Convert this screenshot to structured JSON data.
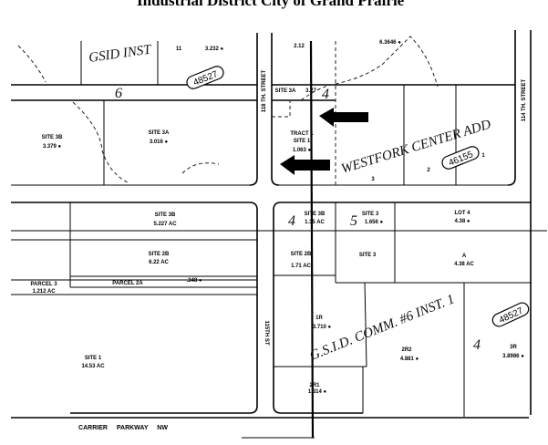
{
  "title": "Industrial District City of Grand Prairie",
  "subdivisions": {
    "gsid_inst": "GSID INST",
    "westfork": "WESTFORK CENTER ADD",
    "gsid_comm": "G.S.I.D. COMM. #6 INST. 1"
  },
  "badges": [
    "48527",
    "46155",
    "48527"
  ],
  "streets": {
    "street_118": "118 TH. STREET",
    "street_114": "114 TH. STREET",
    "street_115": "115TH ST",
    "carrier": "CARRIER PARKWAY NW"
  },
  "block_numbers": {
    "b6": "6",
    "b4_top": "4",
    "b4_mid": "4",
    "b5": "5",
    "b4_right": "4"
  },
  "parcels": {
    "p11": "11",
    "p11_area": "3.232 ●",
    "p212": "2.12",
    "p_top_right": "6.3646 ●",
    "site3a_small": "SITE 3A",
    "p327": "3.27",
    "site3b_left": "SITE 3B",
    "site3b_left_area": "3.379 ●",
    "site3a": "SITE 3A",
    "site3a_area": "3.016 ●",
    "tract1_a": "TRACT 1",
    "tract1_b": "SITE 1",
    "tract1_area": "1.063 ●",
    "lot3": "3",
    "lot2": "2",
    "lot1": "1",
    "site3b_ac": "SITE 3B",
    "site3b_ac_area": "5.227 AC",
    "site2b": "SITE 2B",
    "site2b_area": "6.22 AC",
    "parcel3": "PARCEL 3",
    "parcel3_area": "1.212 AC",
    "parcel2a": "PARCEL 2A",
    "parcel2a_area": ".348 ●",
    "site1": "SITE 1",
    "site1_area": "14.53 AC",
    "site3b_mid": "SITE 3B",
    "site3b_mid_area": "1.35 AC",
    "site3_a": "SITE 3",
    "site3_a_area": "1.656 ●",
    "lot4": "LOT 4",
    "lot4_area": "4.38 ●",
    "site2b_mid": "SITE 2B",
    "site2b_mid_area": "1.71 AC",
    "site3_b": "SITE 3",
    "lot_a": "A",
    "lot_a_area": "4.38 AC",
    "p1r": "1R",
    "p1r_area": "3.710 ●",
    "p2r2": "2R2",
    "p2r2_area": "4.881 ●",
    "p3r": "3R",
    "p3r_area": "3.8986 ●",
    "p2r1": "2R1",
    "p2r1_area": "1.314 ●"
  },
  "colors": {
    "ink": "#000000",
    "paper": "#ffffff"
  },
  "icons": [
    "left-arrow-icon",
    "left-arrow-icon"
  ]
}
